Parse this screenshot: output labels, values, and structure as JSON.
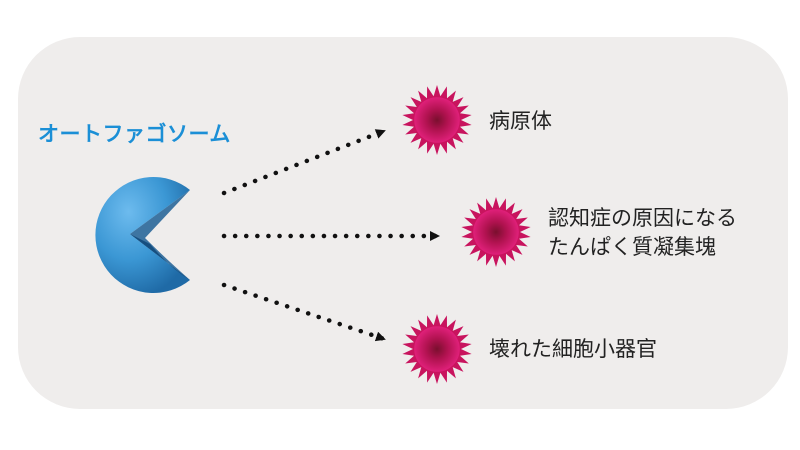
{
  "autophagosome": {
    "label": "オートファゴソーム",
    "label_color": "#1b8fd6",
    "icon": "pacman-sphere-icon",
    "fill_color": "#3b97d4"
  },
  "targets": [
    {
      "id": "pathogen",
      "label_lines": [
        "病原体"
      ],
      "icon": "spiky-burst-icon"
    },
    {
      "id": "protein",
      "label_lines": [
        "認知症の原因になる",
        "たんぱく質凝集塊"
      ],
      "icon": "spiky-burst-icon"
    },
    {
      "id": "organelle",
      "label_lines": [
        "壊れた細胞小器官"
      ],
      "icon": "spiky-burst-icon"
    }
  ],
  "colors": {
    "panel_background": "#efedec",
    "burst_color": "#c8145e",
    "arrow_color": "#111111",
    "text_color": "#222222"
  }
}
